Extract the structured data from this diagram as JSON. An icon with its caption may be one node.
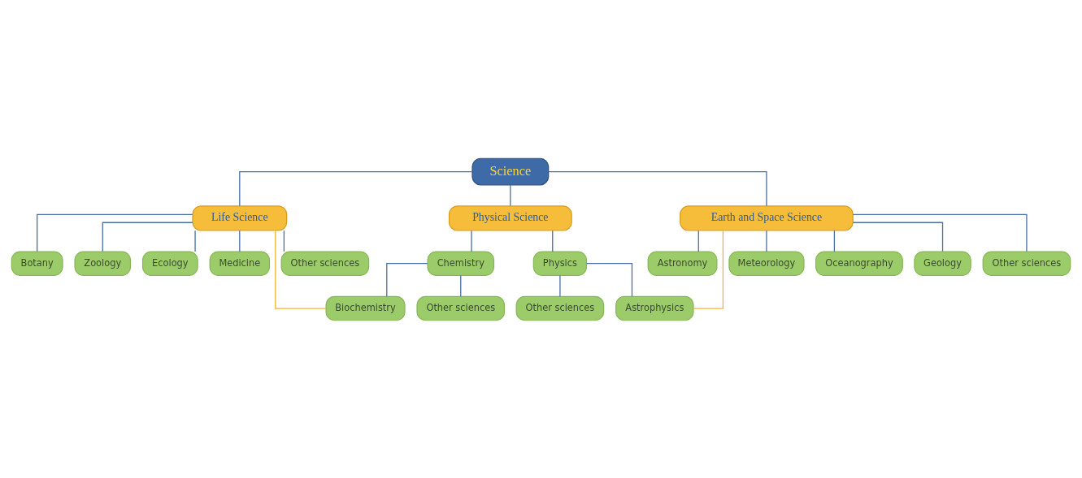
{
  "diagram": {
    "nodes": [
      {
        "text": [
          "Science"
        ]
      },
      {
        "text": [
          "Life Science"
        ]
      },
      {
        "text": [
          "Physical Science"
        ]
      },
      {
        "text": [
          "Earth and Space Science"
        ]
      },
      {
        "text": [
          "Botany"
        ]
      },
      {
        "text": [
          "Zoology"
        ]
      },
      {
        "text": [
          "Ecology"
        ]
      },
      {
        "text": [
          "Medicine"
        ]
      },
      {
        "text": [
          "Other sciences"
        ]
      },
      {
        "text": [
          "Chemistry"
        ]
      },
      {
        "text": [
          "Physics"
        ]
      },
      {
        "text": [
          "Other sciences"
        ]
      },
      {
        "text": [
          "Other sciences"
        ]
      },
      {
        "text": [
          "Biochemistry"
        ]
      },
      {
        "text": [
          "Astrophysics"
        ]
      },
      {
        "text": [
          "Astronomy"
        ]
      },
      {
        "text": [
          "Meteorology"
        ]
      },
      {
        "text": [
          "Oceanography"
        ]
      },
      {
        "text": [
          "Geology"
        ]
      },
      {
        "text": [
          "Other sciences"
        ]
      }
    ],
    "edges": [
      {
        "from": 0,
        "to": 1,
        "arrow": "none"
      },
      {
        "from": 0,
        "to": 2,
        "arrow": "none"
      },
      {
        "from": 0,
        "to": 3,
        "arrow": "none"
      },
      {
        "from": 1,
        "to": 4,
        "arrow": "none"
      },
      {
        "from": 1,
        "to": 5,
        "arrow": "none"
      },
      {
        "from": 1,
        "to": 6,
        "arrow": "none"
      },
      {
        "from": 1,
        "to": 7,
        "arrow": "none"
      },
      {
        "from": 1,
        "to": 8,
        "arrow": "none"
      },
      {
        "from": 1,
        "to": 13,
        "arrow": "none",
        "color": "#f2b53a"
      },
      {
        "from": 2,
        "to": 9,
        "arrow": "none"
      },
      {
        "from": 2,
        "to": 10,
        "arrow": "none"
      },
      {
        "from": 9,
        "to": 11,
        "arrow": "none"
      },
      {
        "from": 9,
        "to": 13,
        "arrow": "none"
      },
      {
        "from": 10,
        "to": 12,
        "arrow": "none"
      },
      {
        "from": 10,
        "to": 14,
        "arrow": "none"
      },
      {
        "from": 3,
        "to": 14,
        "arrow": "none",
        "color": "#f2b53a"
      },
      {
        "from": 3,
        "to": 15,
        "arrow": "none"
      },
      {
        "from": 3,
        "to": 16,
        "arrow": "none"
      },
      {
        "from": 3,
        "to": 17,
        "arrow": "none"
      },
      {
        "from": 3,
        "to": 18,
        "arrow": "none"
      },
      {
        "from": 3,
        "to": 19,
        "arrow": "none"
      }
    ]
  }
}
